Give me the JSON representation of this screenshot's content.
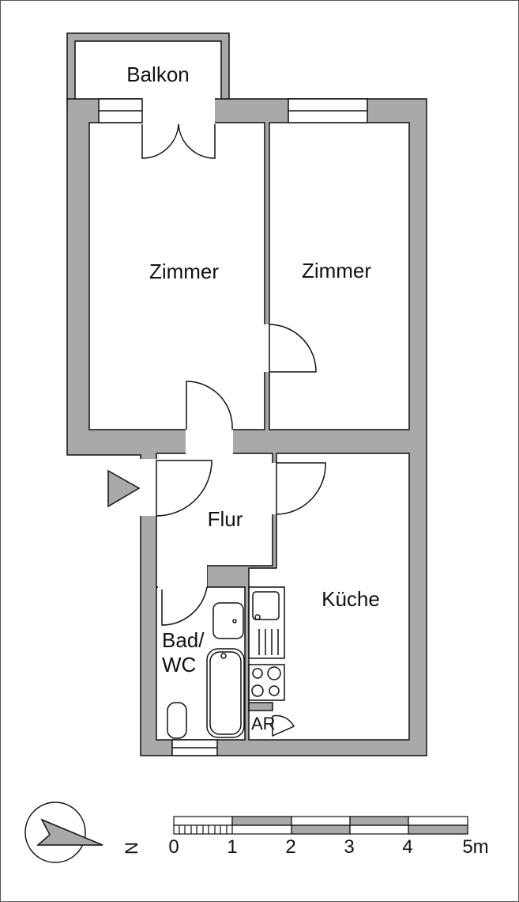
{
  "rooms": {
    "balkon": "Balkon",
    "zimmer_1": "Zimmer",
    "zimmer_2": "Zimmer",
    "flur": "Flur",
    "kueche": "Küche",
    "bad_line1": "Bad/",
    "bad_line2": "WC",
    "ar": "AR"
  },
  "compass": {
    "north_label": "N"
  },
  "scale": {
    "ticks": [
      "0",
      "1",
      "2",
      "3",
      "4",
      "5m"
    ]
  },
  "colors": {
    "wall": "#a9a9a9",
    "line": "#111111"
  }
}
